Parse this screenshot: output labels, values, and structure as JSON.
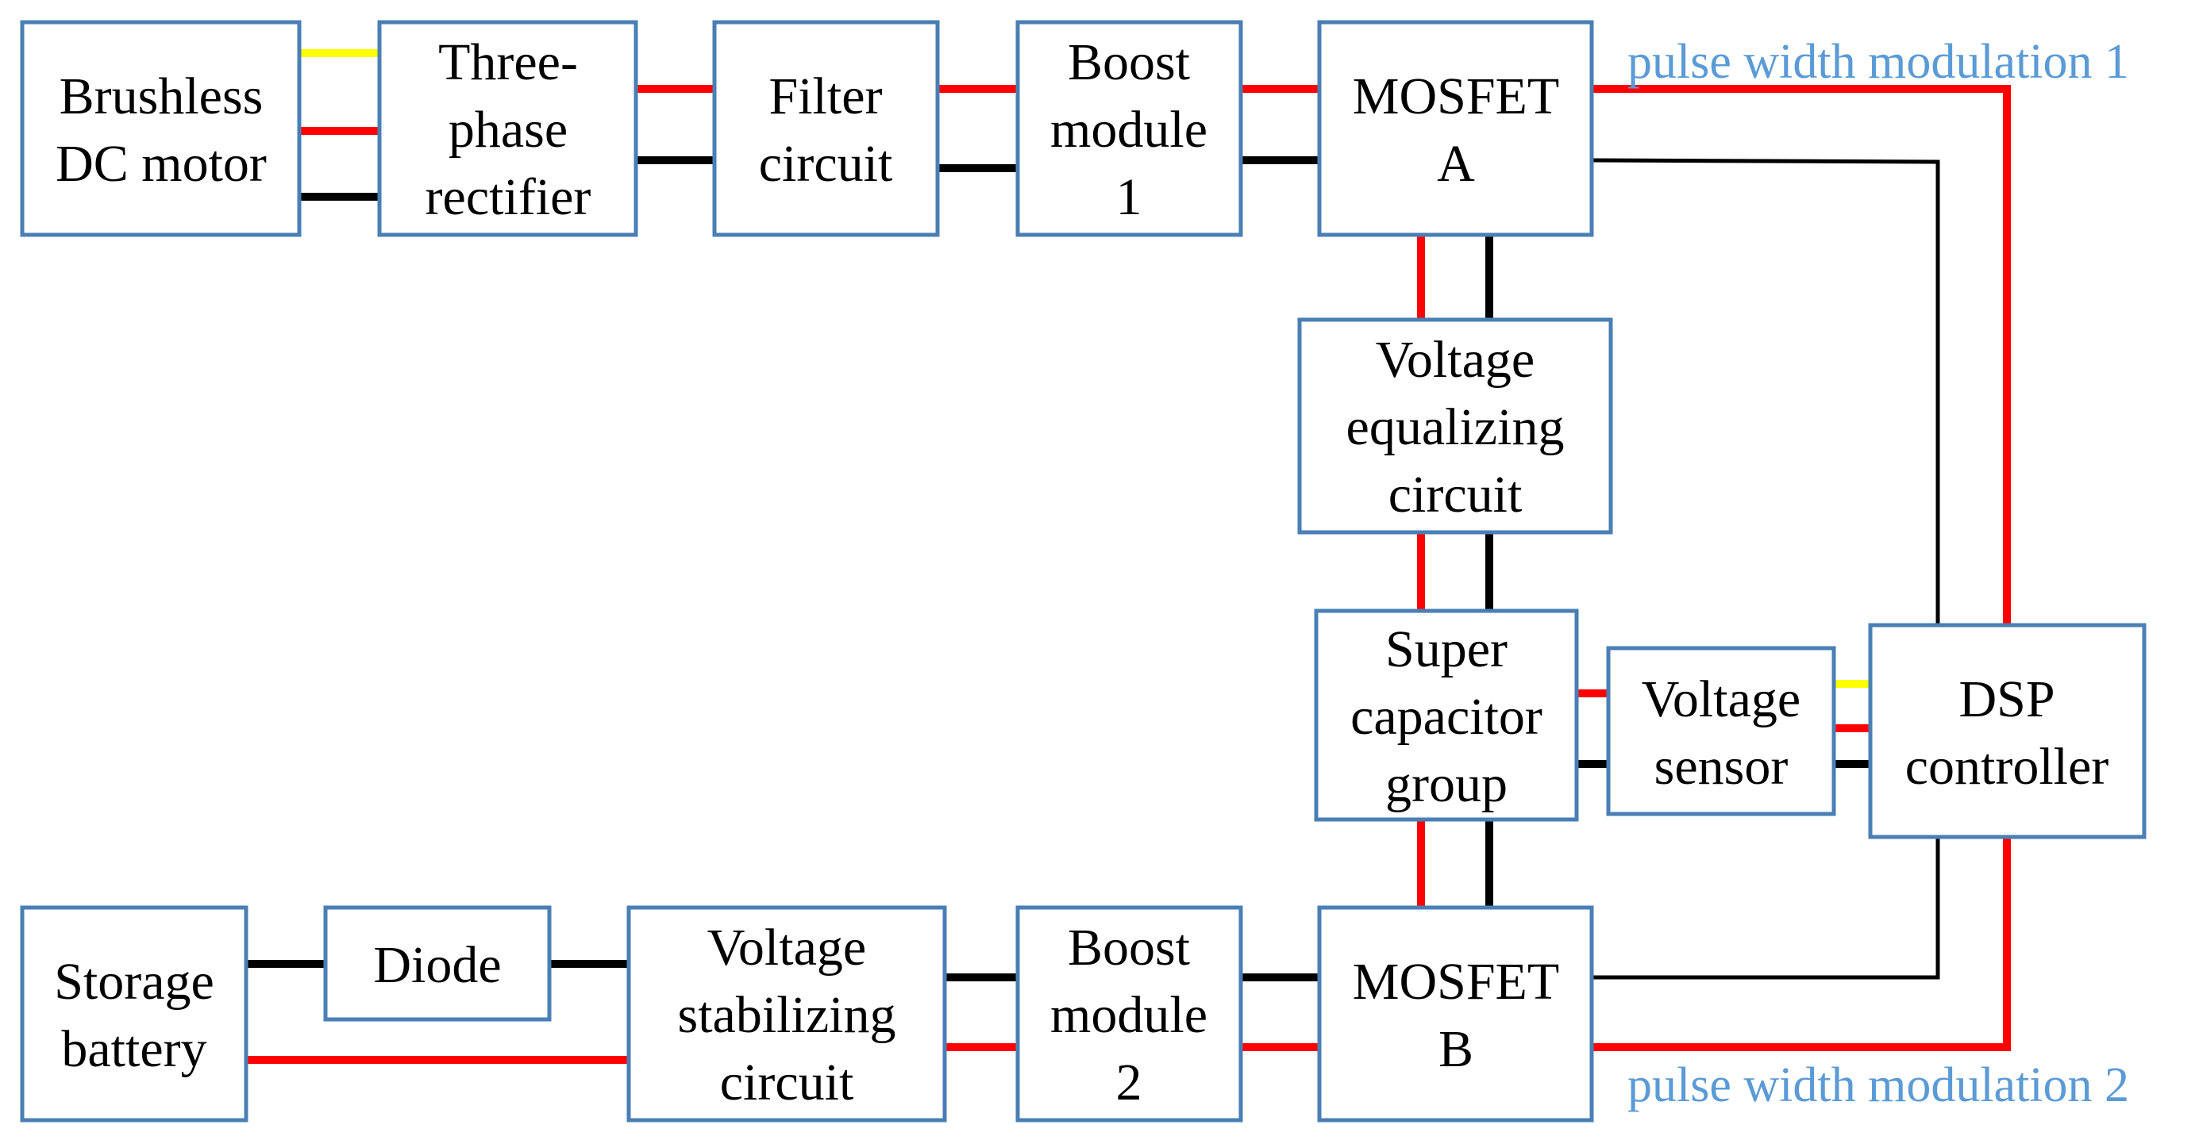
{
  "blocks": {
    "bldc": [
      "Brushless",
      "DC motor"
    ],
    "rectifier": [
      "Three-",
      "phase",
      "rectifier"
    ],
    "filter": [
      "Filter",
      "circuit"
    ],
    "boost1": [
      "Boost",
      "module",
      "1"
    ],
    "mosfet_a": [
      "MOSFET",
      "A"
    ],
    "equalizer": [
      "Voltage",
      "equalizing",
      "circuit"
    ],
    "supercap": [
      "Super",
      "capacitor",
      "group"
    ],
    "vsensor": [
      "Voltage",
      "sensor"
    ],
    "dsp": [
      "DSP",
      "controller"
    ],
    "battery": [
      "Storage",
      "battery"
    ],
    "diode": [
      "Diode"
    ],
    "stabilizer": [
      "Voltage",
      "stabilizing",
      "circuit"
    ],
    "boost2": [
      "Boost",
      "module",
      "2"
    ],
    "mosfet_b": [
      "MOSFET",
      "B"
    ]
  },
  "annotations": {
    "pwm1": "pulse width modulation 1",
    "pwm2": "pulse width modulation 2"
  },
  "colors": {
    "box_border": "#4a7fb5",
    "positive_wire": "#ff0000",
    "negative_wire": "#000000",
    "phase_wire": "#ffff00",
    "annotation_text": "#5b9bd5"
  }
}
